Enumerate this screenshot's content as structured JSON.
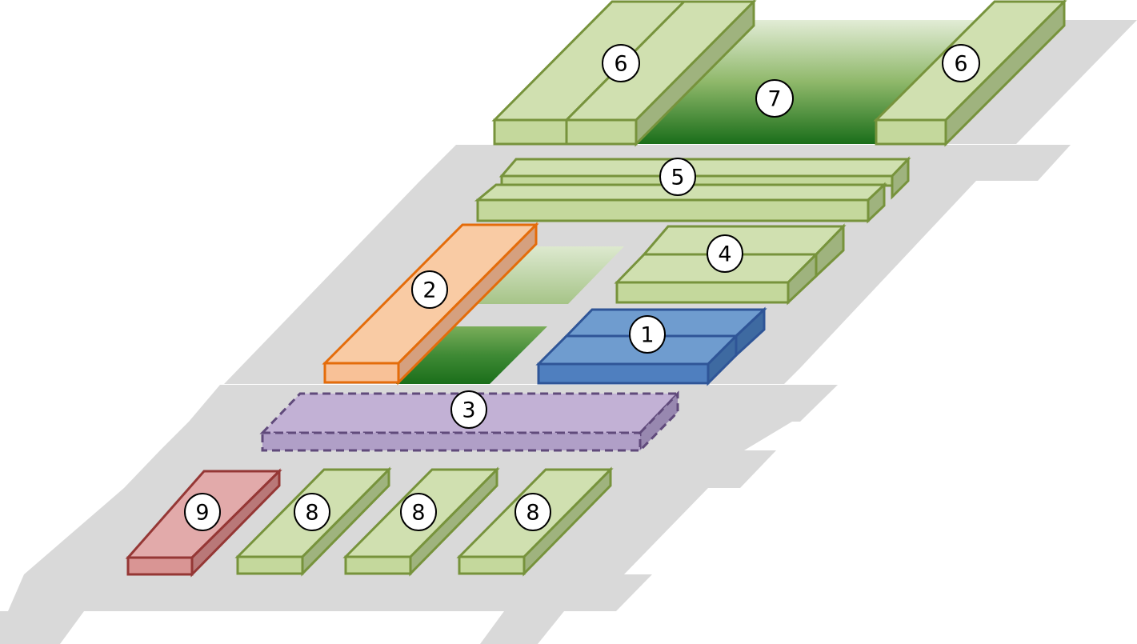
{
  "title": "Isometric layout diagram of numbered blocks",
  "colors": {
    "floor": "#d9d9d9",
    "green_fill": "#d0e0b0",
    "green_front": "#c4d89c",
    "green_side": "#9fb37e",
    "green_stroke": "#77933c",
    "gradient_dark": "#1a6e1a",
    "gradient_light": "#e2ecd6",
    "orange_fill": "#f9cba4",
    "orange_front": "#f8c197",
    "orange_side": "#d5a07f",
    "orange_stroke": "#e46c0a",
    "blue_fill": "#6f9ccf",
    "blue_front": "#4f7fbf",
    "blue_side": "#3e6aa1",
    "blue_stroke": "#2f5597",
    "purple_fill": "#c2b1d5",
    "purple_front": "#b09fc7",
    "purple_side": "#9888b0",
    "purple_stroke": "#604a7b",
    "red_fill": "#e2aaaa",
    "red_front": "#d99594",
    "red_side": "#b97878",
    "red_stroke": "#953735",
    "badge_fill": "#ffffff",
    "badge_stroke": "#000000"
  },
  "blocks": [
    {
      "id": "block-1",
      "label": "1",
      "color": "blue"
    },
    {
      "id": "block-2",
      "label": "2",
      "color": "orange"
    },
    {
      "id": "block-3",
      "label": "3",
      "color": "purple",
      "dashed": true
    },
    {
      "id": "block-4",
      "label": "4",
      "color": "green"
    },
    {
      "id": "block-5",
      "label": "5",
      "color": "green"
    },
    {
      "id": "block-6a",
      "label": "6",
      "color": "green"
    },
    {
      "id": "block-6b",
      "label": "6",
      "color": "green"
    },
    {
      "id": "block-7",
      "label": "7",
      "color": "gradient"
    },
    {
      "id": "block-8a",
      "label": "8",
      "color": "green"
    },
    {
      "id": "block-8b",
      "label": "8",
      "color": "green"
    },
    {
      "id": "block-8c",
      "label": "8",
      "color": "green"
    },
    {
      "id": "block-9",
      "label": "9",
      "color": "red"
    }
  ],
  "badges": {
    "b1": "1",
    "b2": "2",
    "b3": "3",
    "b4": "4",
    "b5": "5",
    "b6a": "6",
    "b6b": "6",
    "b7": "7",
    "b8a": "8",
    "b8b": "8",
    "b8c": "8",
    "b9": "9"
  }
}
